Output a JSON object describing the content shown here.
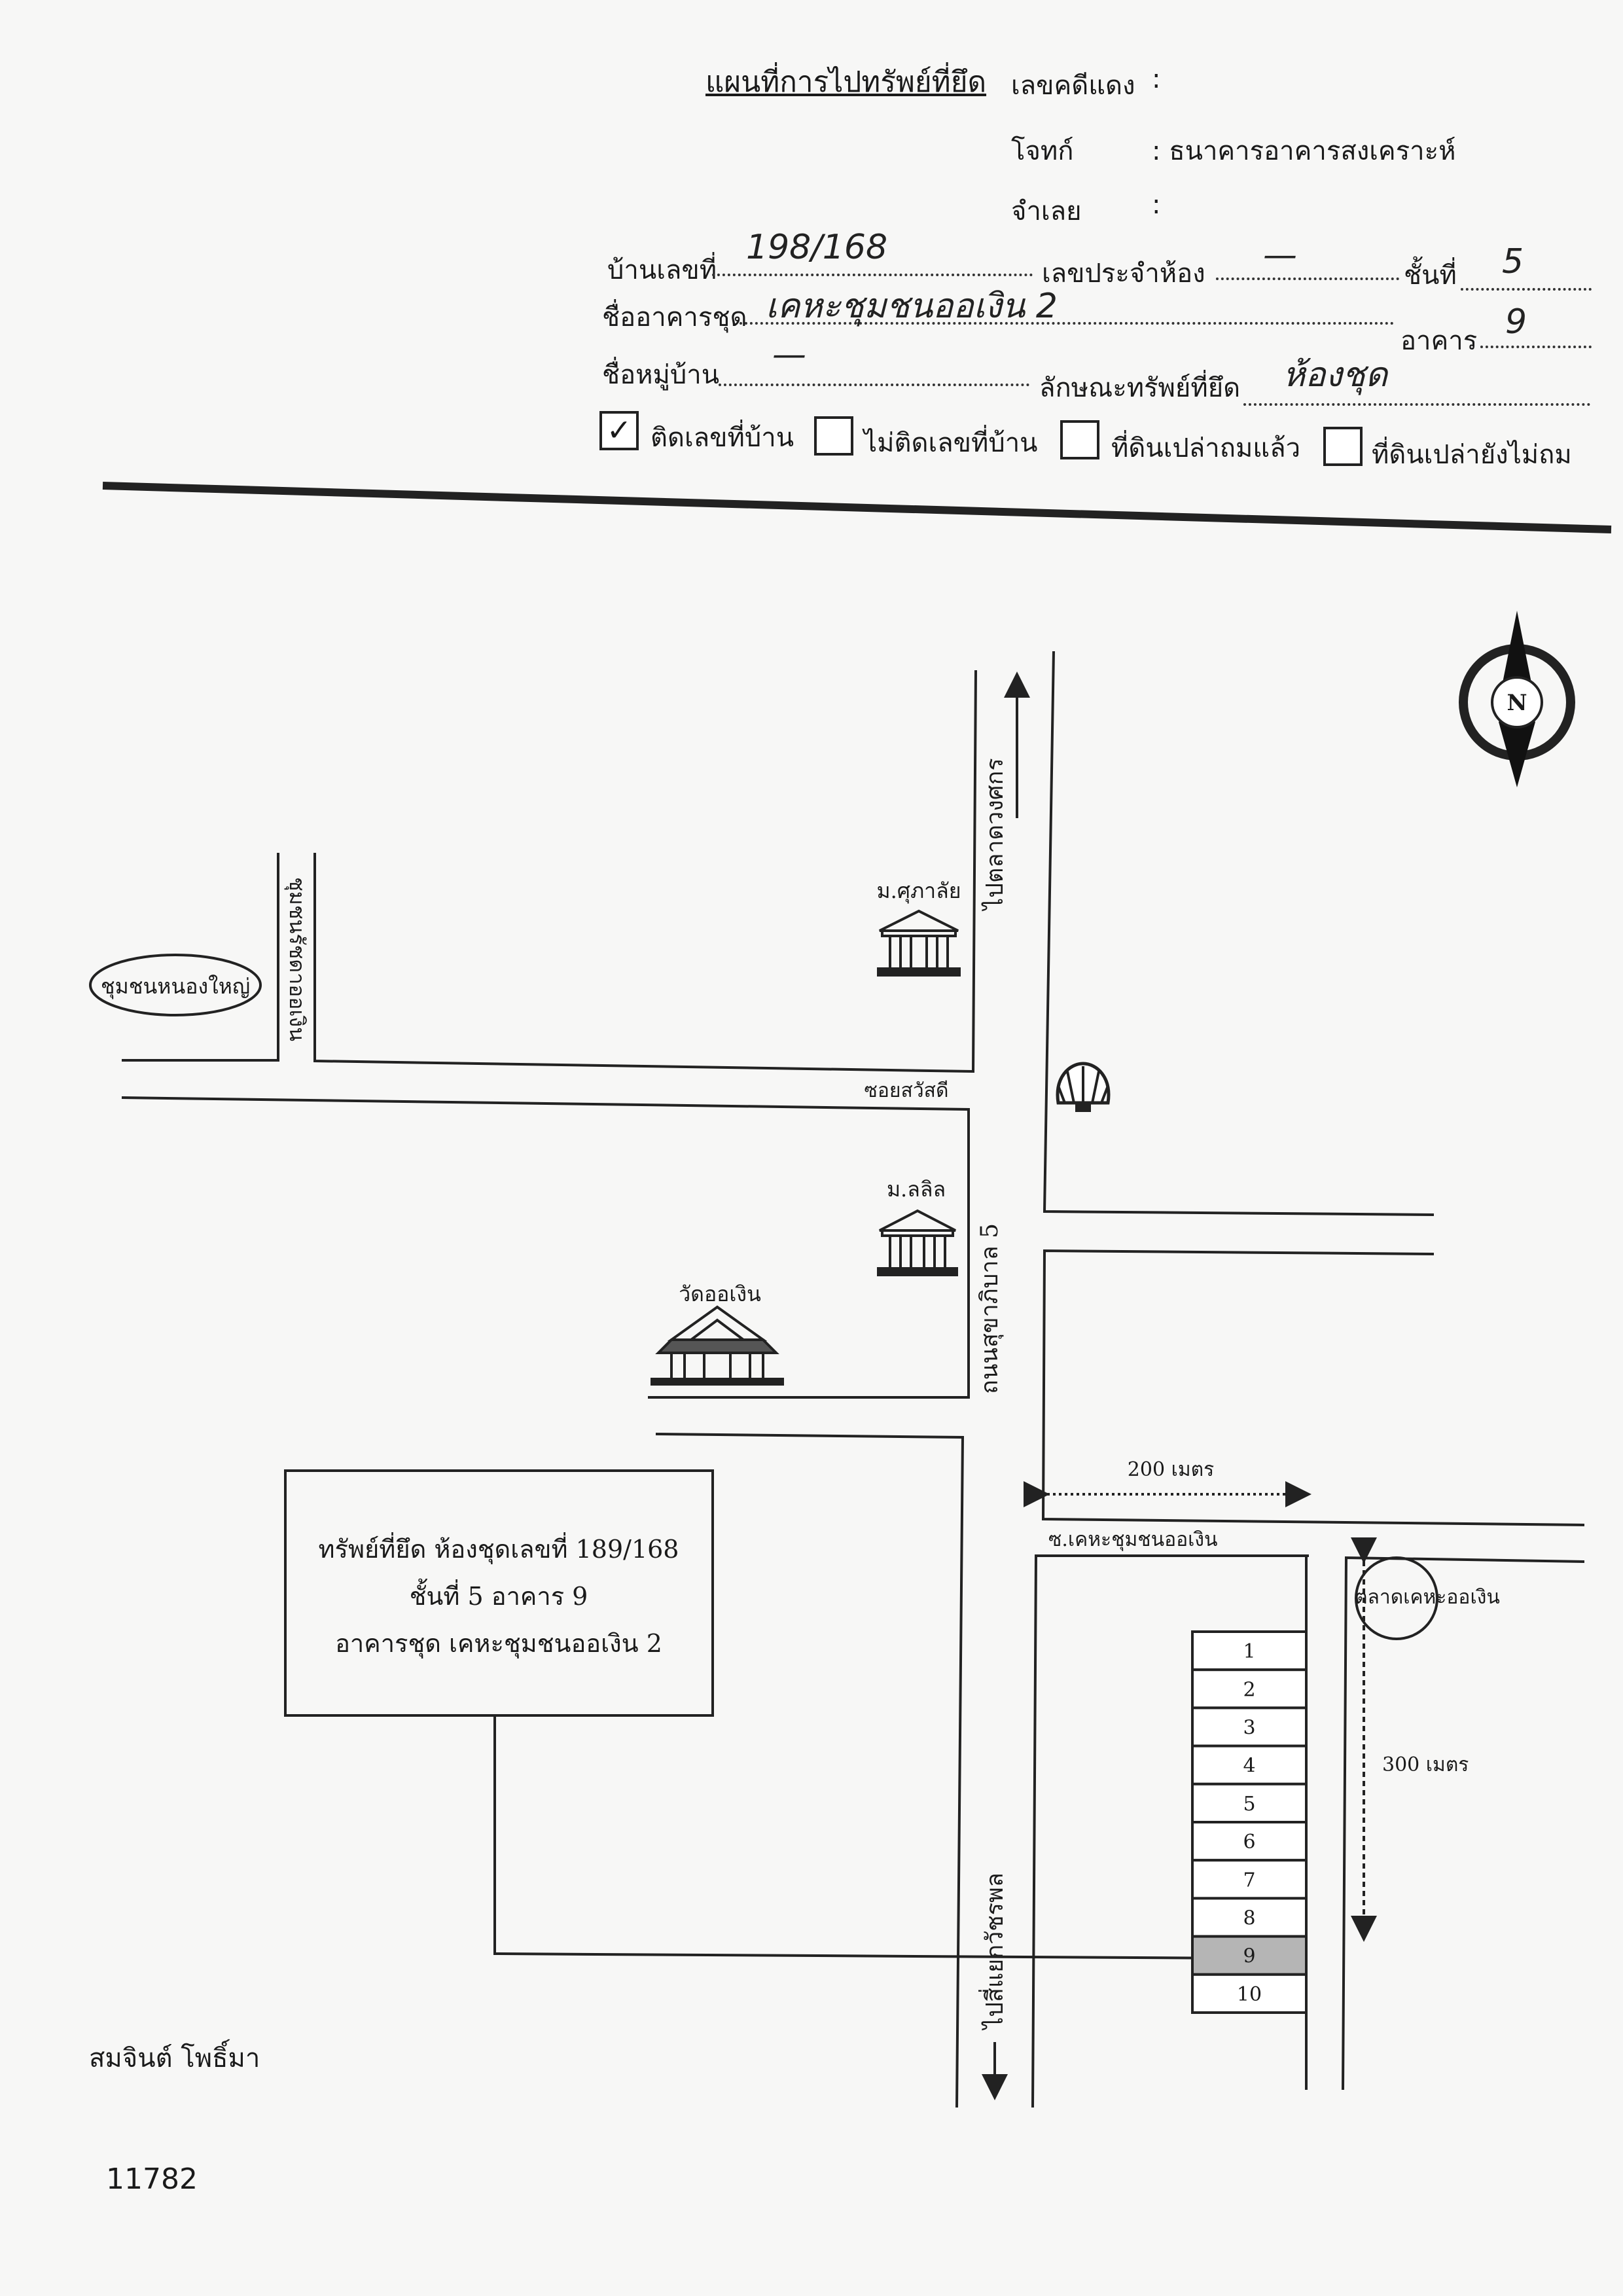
{
  "header": {
    "title": "แผนที่การไปทรัพย์ที่ยึด",
    "case_label": "เลขคดีแดง",
    "case_value": "",
    "plaintiff_label": "โจทก์",
    "plaintiff_value": "ธนาคารอาคารสงเคราะห์",
    "defendant_label": "จำเลย",
    "defendant_value": ""
  },
  "form": {
    "house_no_label": "บ้านเลขที่",
    "house_no_value": "198/168",
    "room_no_label": "เลขประจำห้อง",
    "room_no_value": "—",
    "floor_label": "ชั้นที่",
    "floor_value": "5",
    "condo_label": "ชื่ออาคารชุด",
    "condo_value": "เคหะชุมชนออเงิน 2",
    "building_label": "อาคาร",
    "building_value": "9",
    "village_label": "ชื่อหมู่บ้าน",
    "village_value": "—",
    "property_type_label": "ลักษณะทรัพย์ที่ยึด",
    "property_type_value": "ห้องชุด",
    "checkboxes": [
      {
        "label": "ติดเลขที่บ้าน",
        "checked": true
      },
      {
        "label": "ไม่ติดเลขที่บ้าน",
        "checked": false
      },
      {
        "label": "ที่ดินเปล่าถมแล้ว",
        "checked": false
      },
      {
        "label": "ที่ดินเปล่ายังไม่ถม",
        "checked": false
      }
    ]
  },
  "map": {
    "compass_letter": "N",
    "community": "ชุมชนหนองใหญ่",
    "soi_vertical": "ชุมชนรัชดาออเงิน",
    "to_market_road": "ไปตลาดวงศกร",
    "supalai": "ม.ศุภาลัย",
    "soi_sawasdee": "ซอยสวัสดี",
    "lalin": "ม.ลลิล",
    "temple": "วัดออเงิน",
    "main_road": "ถนนสุขาภิบาล 5",
    "distance_200": "200 เมตร",
    "soi_kheha": "ซ.เคหะชุมชนออเงิน",
    "market": "ตลาดเคหะออเงิน",
    "distance_300": "300 เมตร",
    "to_watcharapol": "ไปสี่แยกวัชรพล",
    "callout": [
      "ทรัพย์ที่ยึด ห้องชุดเลขที่ 189/168",
      "ชั้นที่ 5 อาคาร 9",
      "อาคารชุด เคหะชุมชนออเงิน 2"
    ],
    "units": [
      "1",
      "2",
      "3",
      "4",
      "5",
      "6",
      "7",
      "8",
      "9",
      "10"
    ],
    "highlighted_unit": "9"
  },
  "footer": {
    "author": "สมจินต์ โพธิ์มา",
    "doc_number": "11782"
  }
}
